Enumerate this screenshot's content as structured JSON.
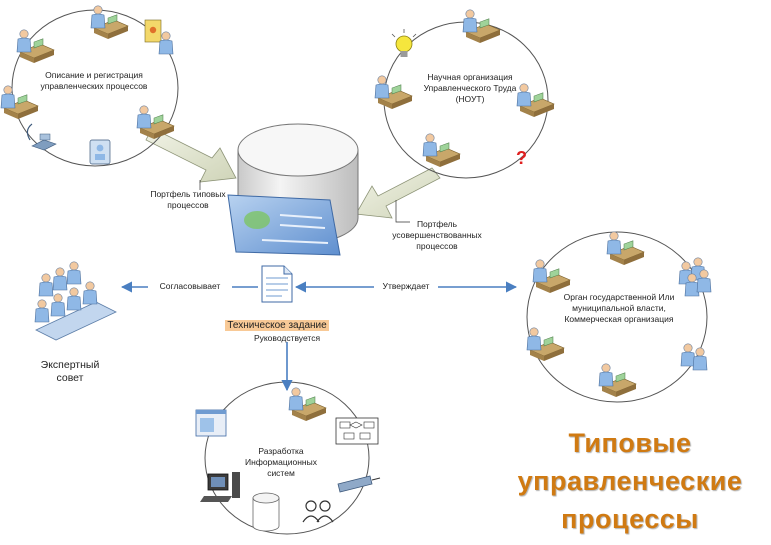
{
  "labels": {
    "describe": "Описание и регистрация управленческих процессов",
    "nout": "Научная организация Управленческого Труда (НОУТ)",
    "portfolio_typical": "Портфель типовых процессов",
    "portfolio_improved": "Портфель усовершенствованных процессов",
    "agrees": "Согласовывает",
    "approves": "Утверждает",
    "tech_task": "Техническое задание",
    "guided": "Руководствуется",
    "expert_council": "Экспертный совет",
    "gov_body": "Орган государственной Или муниципальной власти, Коммерческая организация",
    "dev_is": "Разработка Информационных систем",
    "question_mark": "?"
  },
  "title_lines": [
    "Типовые",
    "управленческие",
    "процессы"
  ],
  "colors": {
    "title": "#d07a12",
    "arrow": "#4a7fc1",
    "big_arrow": "#e8ebd9",
    "figure_blue": "#8fb8e6",
    "highlight": "#f8c996",
    "question": "#e02020"
  }
}
